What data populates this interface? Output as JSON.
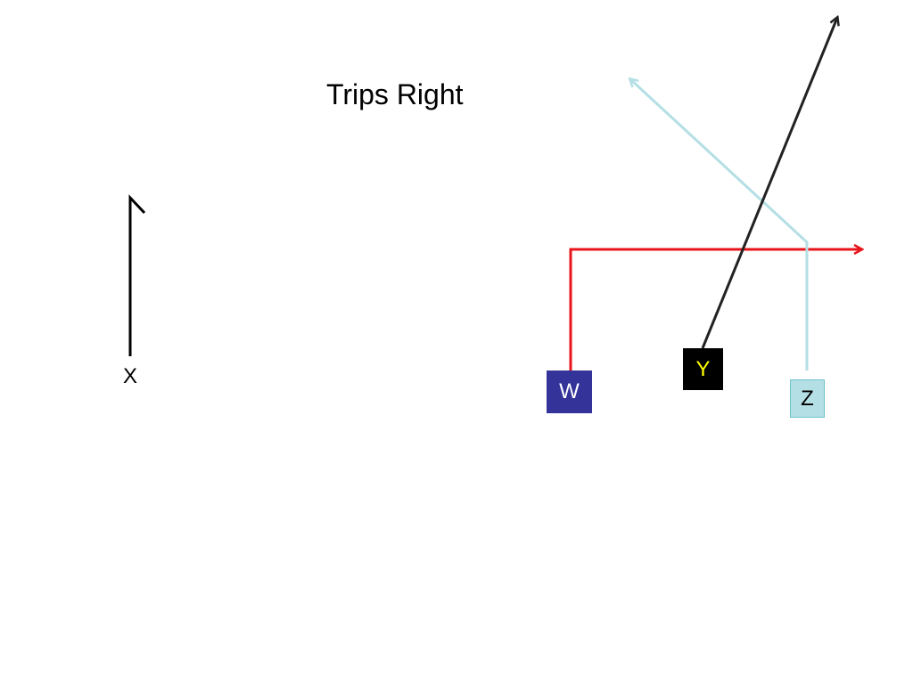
{
  "title": "Trips Right",
  "colors": {
    "background": "#ffffff",
    "route_x": "#000000",
    "route_w": "#e8141b",
    "route_y": "#222222",
    "route_z": "#b4dfe4",
    "player_w_fill": "#333399",
    "player_w_text": "#ffffff",
    "player_y_fill": "#000000",
    "player_y_text": "#ffff00",
    "player_z_fill": "#b4dfe4",
    "player_z_border": "#6fc3cc",
    "player_z_text": "#000000"
  },
  "players": {
    "x": {
      "label": "X",
      "route": "go"
    },
    "w": {
      "label": "W",
      "route": "out",
      "marker": "square"
    },
    "y": {
      "label": "Y",
      "route": "go",
      "marker": "square"
    },
    "z": {
      "label": "Z",
      "route": "post",
      "marker": "square"
    }
  }
}
